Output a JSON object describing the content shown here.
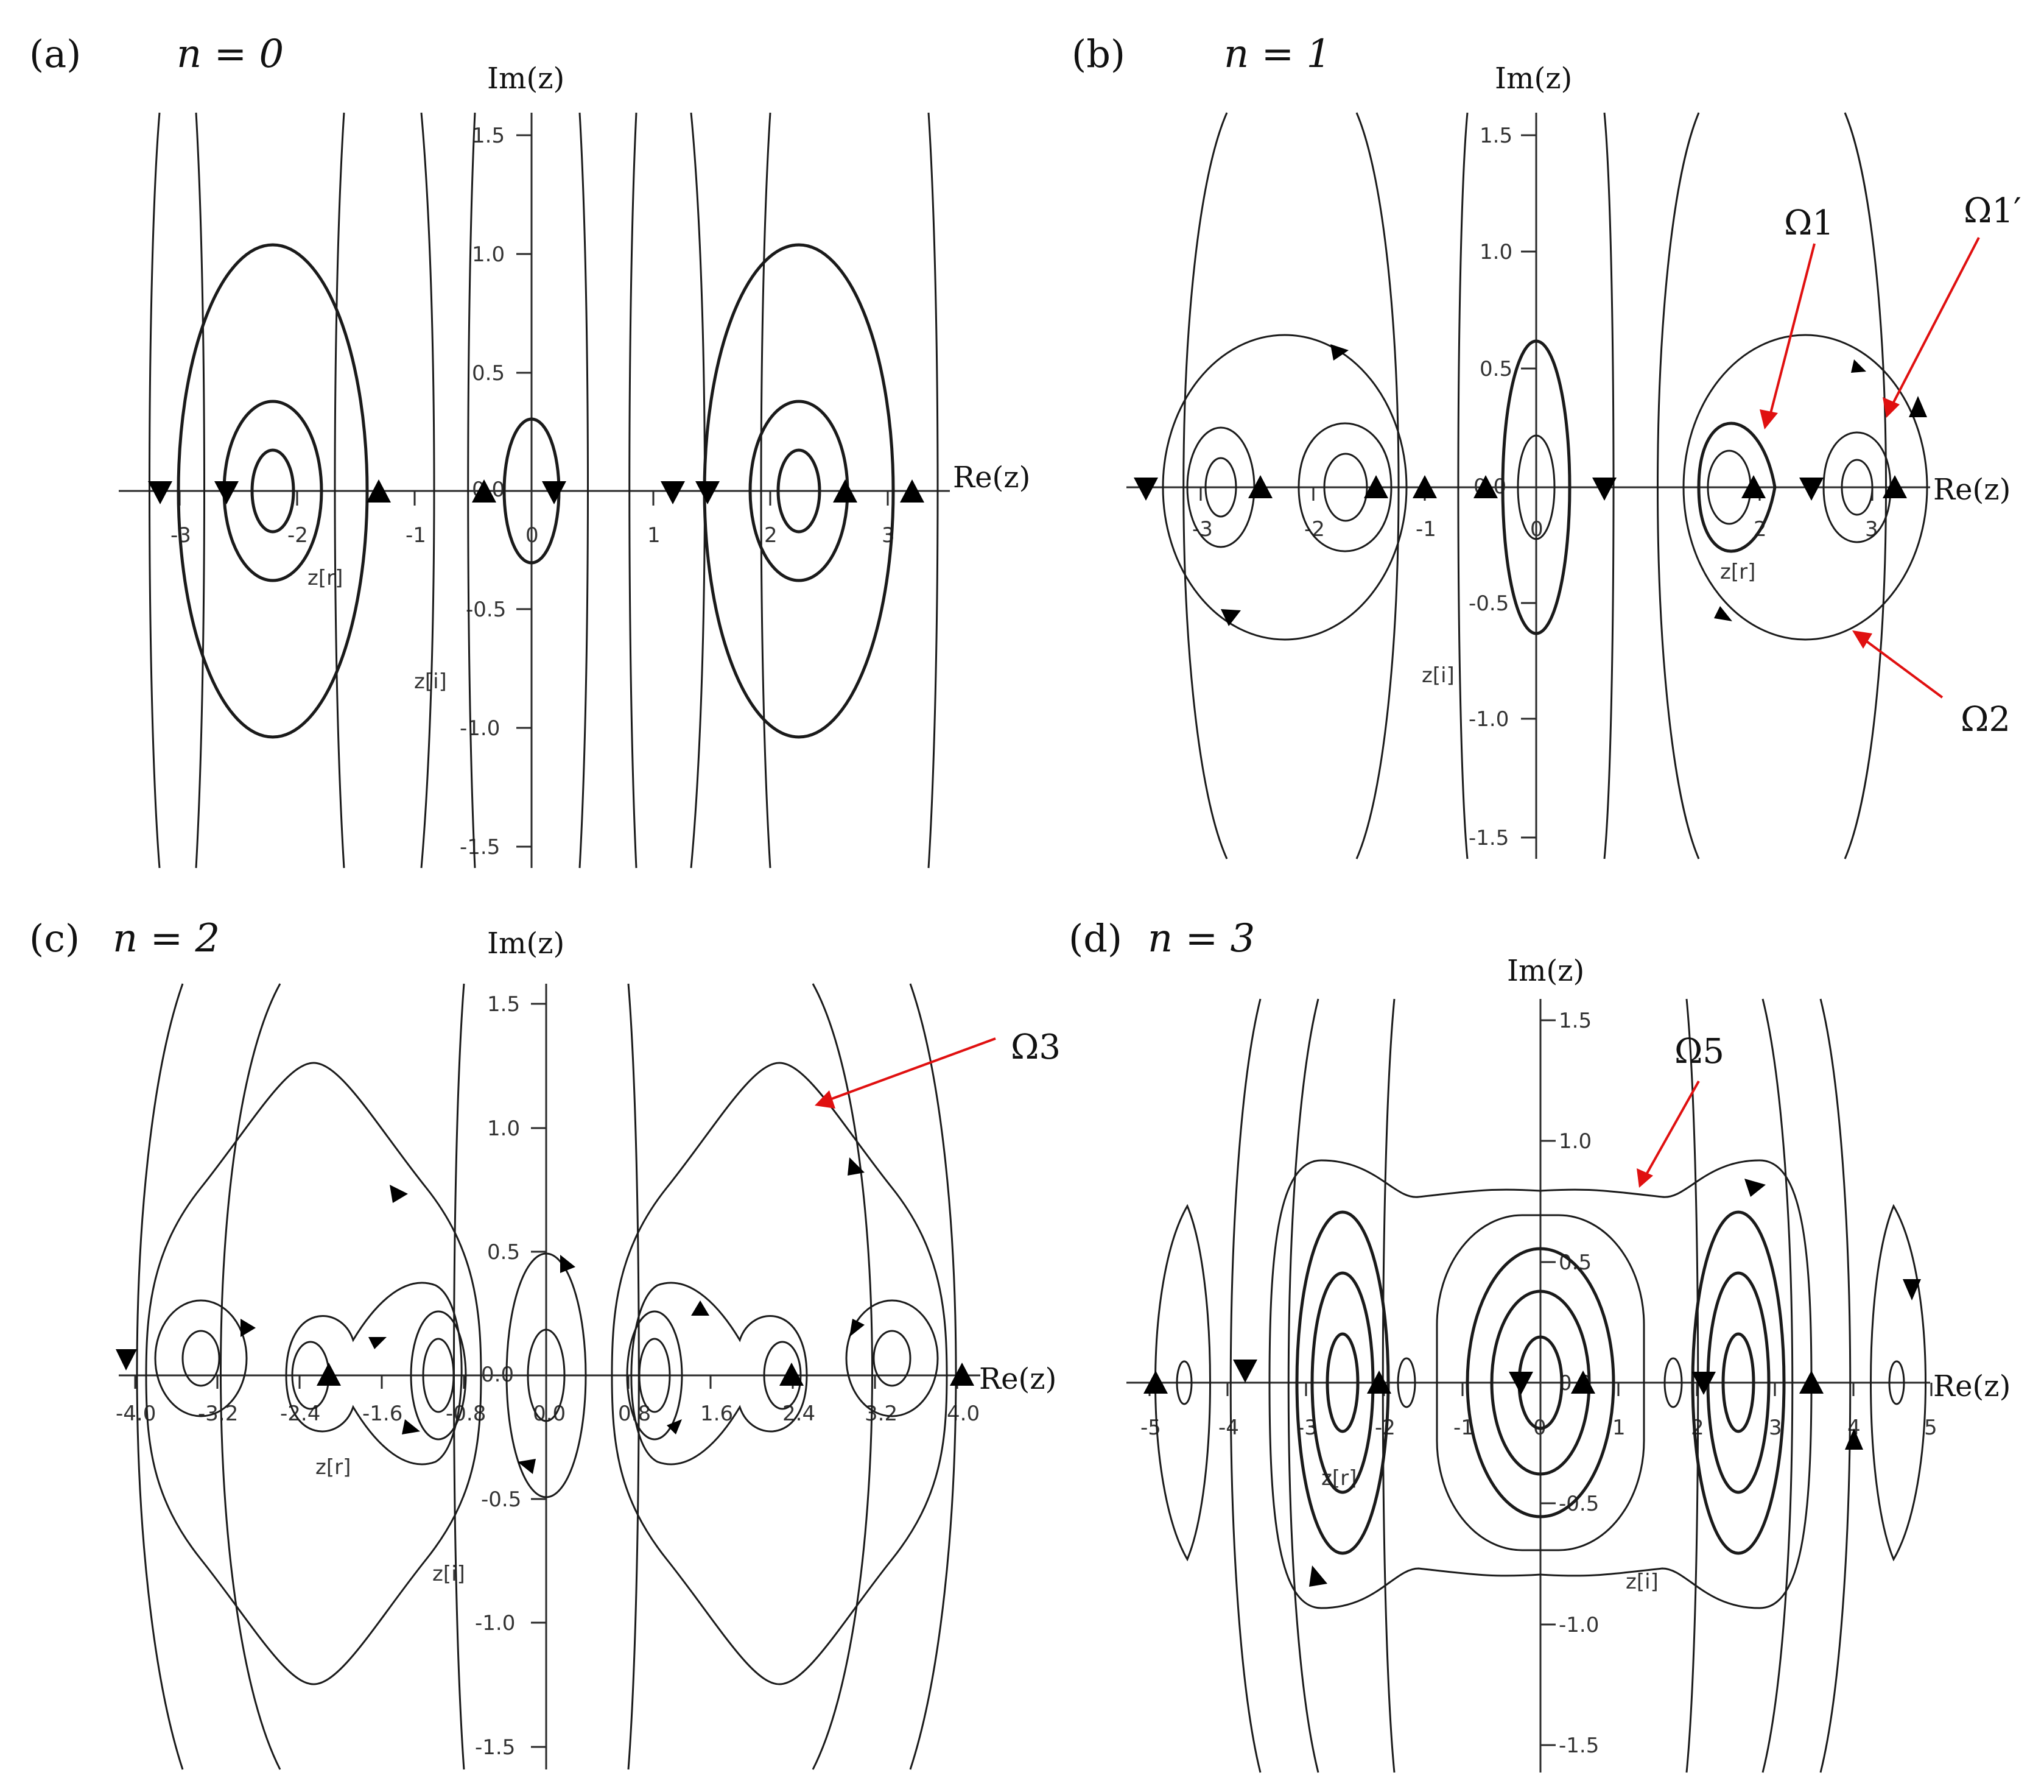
{
  "figure": {
    "axis_titles": {
      "re": "Re(z)",
      "im": "Im(z)"
    },
    "panels": [
      {
        "id": "a",
        "panel_label": "(a)",
        "n_label": "n = 0",
        "x_ticks": [
          "-3",
          "-2",
          "-1",
          "0",
          "1",
          "2",
          "3"
        ],
        "y_ticks": [
          "1.5",
          "1.0",
          "0.5",
          "0.0",
          "-0.5",
          "-1.0",
          "-1.5"
        ],
        "aux_labels": [
          "z[r]",
          "z[i]"
        ]
      },
      {
        "id": "b",
        "panel_label": "(b)",
        "n_label": "n = 1",
        "x_ticks": [
          "-3",
          "-2",
          "-1",
          "0",
          "2",
          "3"
        ],
        "y_ticks": [
          "1.5",
          "1.0",
          "0.5",
          "0.0",
          "-0.5",
          "-1.0",
          "-1.5"
        ],
        "aux_labels": [
          "z[r]",
          "z[i]"
        ],
        "annotations": [
          "Ω1",
          "Ω1′",
          "Ω2"
        ]
      },
      {
        "id": "c",
        "panel_label": "(c)",
        "n_label": "n = 2",
        "x_ticks": [
          "-4.0",
          "-3.2",
          "-2.4",
          "-1.6",
          "-0.8",
          "0.0",
          "0.8",
          "1.6",
          "2.4",
          "3.2",
          "4.0"
        ],
        "y_ticks": [
          "1.5",
          "1.0",
          "0.5",
          "0.0",
          "-0.5",
          "-1.0",
          "-1.5"
        ],
        "aux_labels": [
          "z[r]",
          "z[i]"
        ],
        "annotations": [
          "Ω3"
        ]
      },
      {
        "id": "d",
        "panel_label": "(d)",
        "n_label": "n = 3",
        "x_ticks": [
          "-5",
          "-4",
          "-3",
          "-2",
          "-1",
          "0",
          "1",
          "2",
          "3",
          "4",
          "5"
        ],
        "y_ticks": [
          "1.5",
          "1.0",
          "0.5",
          "0.0",
          "-0.5",
          "-1.0",
          "-1.5"
        ],
        "aux_labels": [
          "z[r]",
          "z[i]"
        ],
        "annotations": [
          "Ω5"
        ]
      }
    ]
  }
}
